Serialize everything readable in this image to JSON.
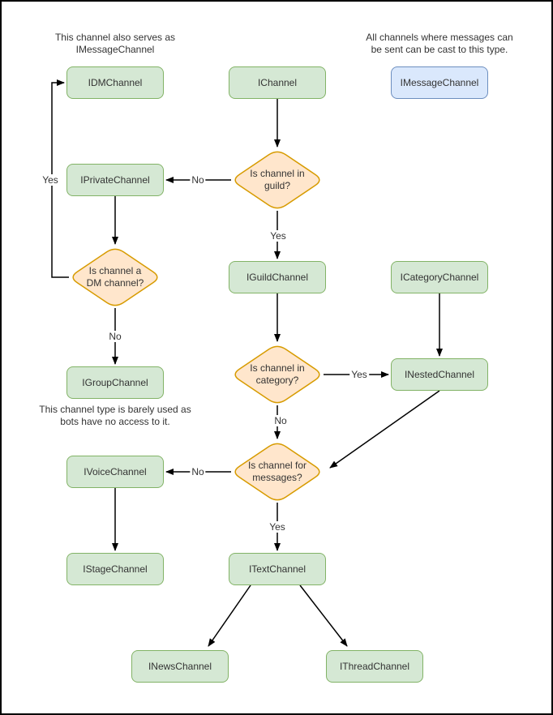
{
  "colors": {
    "background": "#ffffff",
    "frame_border": "#000000",
    "node_fill": "#d5e8d4",
    "node_border": "#82b366",
    "decision_fill": "#ffe6cc",
    "decision_border": "#d79b00",
    "cast_fill": "#dae8fc",
    "cast_border": "#6c8ebf",
    "edge": "#000000",
    "text": "#333333"
  },
  "nodes": {
    "idm": "IDMChannel",
    "ichannel": "IChannel",
    "imessage": "IMessageChannel",
    "iprivate": "IPrivateChannel",
    "iguild": "IGuildChannel",
    "icategory": "ICategoryChannel",
    "igroup": "IGroupChannel",
    "inested": "INestedChannel",
    "ivoice": "IVoiceChannel",
    "istage": "IStageChannel",
    "itext": "ITextChannel",
    "inews": "INewsChannel",
    "ithread": "IThreadChannel"
  },
  "decisions": {
    "guild": "Is channel in\nguild?",
    "dm": "Is channel a\nDM channel?",
    "category": "Is channel in\ncategory?",
    "messages": "Is channel for\nmessages?"
  },
  "edge_labels": {
    "guild_no": "No",
    "guild_yes": "Yes",
    "dm_yes": "Yes",
    "dm_no": "No",
    "category_yes": "Yes",
    "category_no": "No",
    "messages_no": "No",
    "messages_yes": "Yes"
  },
  "annotations": {
    "dm_note": "This channel also serves as\nIMessageChannel",
    "message_note": "All channels where messages can\nbe sent can be cast to this type.",
    "group_note": "This channel type is barely used as\nbots have no access to it."
  }
}
